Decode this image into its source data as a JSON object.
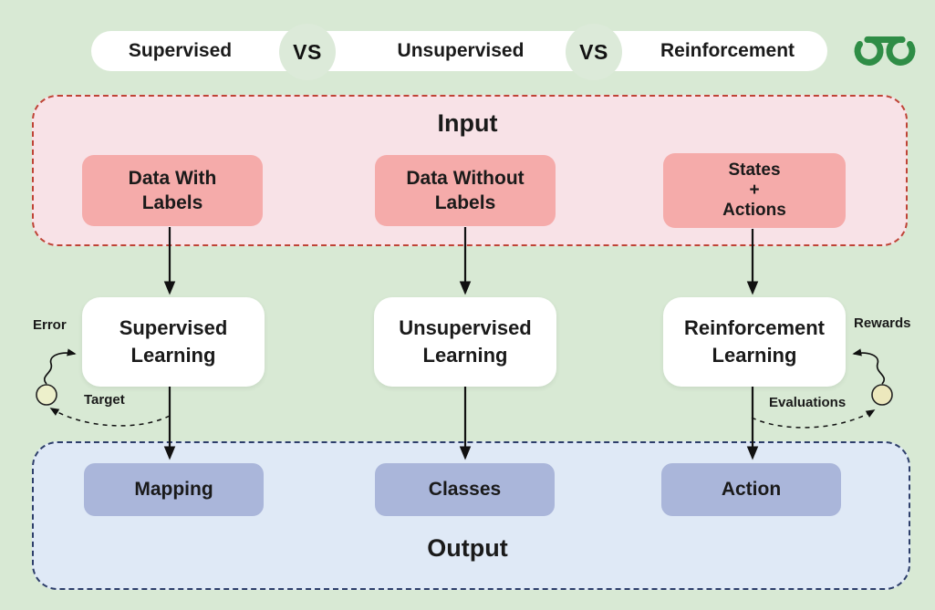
{
  "header": {
    "items": [
      {
        "label": "Supervised"
      },
      {
        "label": "Unsupervised"
      },
      {
        "label": "Reinforcement"
      }
    ],
    "vs_label": "VS",
    "logo_name": "GeeksforGeeks"
  },
  "input_section": {
    "title": "Input",
    "boxes": [
      {
        "label": "Data With\nLabels"
      },
      {
        "label": "Data Without\nLabels"
      },
      {
        "label": "States\n+\nActions"
      }
    ]
  },
  "process_row": {
    "boxes": [
      {
        "label": "Supervised\nLearning"
      },
      {
        "label": "Unsupervised\nLearning"
      },
      {
        "label": "Reinforcement\nLearning"
      }
    ],
    "left_annotations": {
      "error": "Error",
      "target": "Target"
    },
    "right_annotations": {
      "rewards": "Rewards",
      "evaluations": "Evaluations"
    }
  },
  "output_section": {
    "title": "Output",
    "boxes": [
      {
        "label": "Mapping"
      },
      {
        "label": "Classes"
      },
      {
        "label": "Action"
      }
    ]
  },
  "colors": {
    "background": "#d8e9d4",
    "input_fill": "#f8e2e7",
    "input_border": "#bf4336",
    "input_box": "#f5abaa",
    "output_fill": "#dfe9f6",
    "output_border": "#2d3e6b",
    "output_box": "#aab6da",
    "process_box": "#ffffff",
    "logo_green": "#2f8d46",
    "feedback_circle_left": "#edf0cb",
    "feedback_circle_right": "#ece8bd",
    "text": "#1a1a1a"
  }
}
